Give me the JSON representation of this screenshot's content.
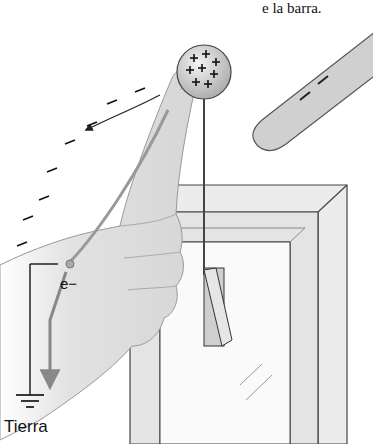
{
  "diagram": {
    "labels": [
      "e la barra.",
      "e−",
      "Tierra"
    ]
  }
}
